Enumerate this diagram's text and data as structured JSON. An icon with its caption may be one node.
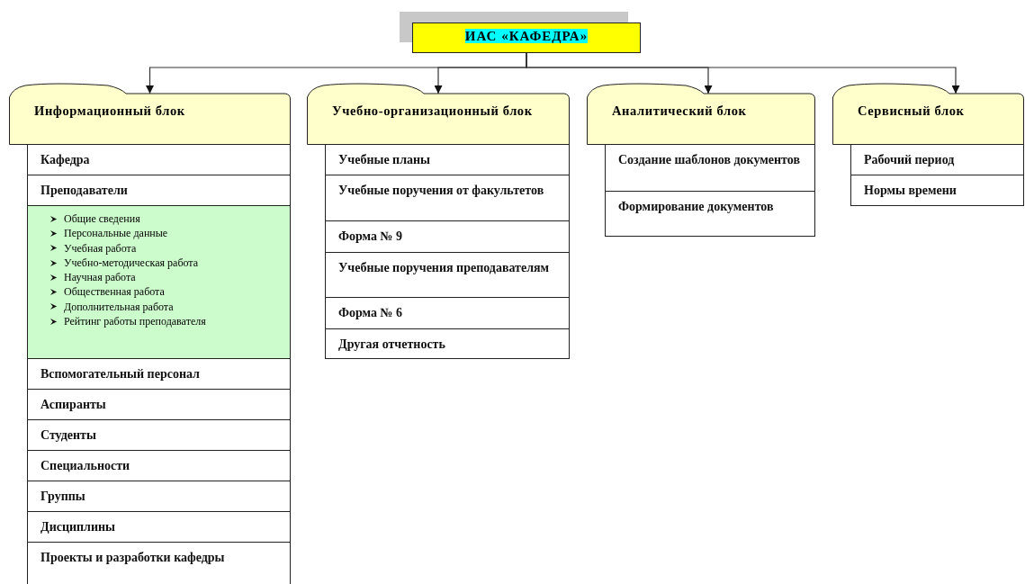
{
  "diagram": {
    "nodes": [
      {
        "text": [
          "ИАС «КАФЕДРА»"
        ]
      },
      {
        "text": [
          "Информационный блок"
        ]
      },
      {
        "text": [
          "Кафедра"
        ]
      },
      {
        "text": [
          "Преподаватели"
        ]
      },
      {
        "text": [
          "Общие сведения",
          "Персональные данные",
          "Учебная работа",
          "Учебно-методическая работа",
          "Научная работа",
          "Общественная работа",
          "Дополнительная работа",
          "Рейтинг работы преподавателя"
        ]
      },
      {
        "text": [
          "Вспомогательный персонал"
        ]
      },
      {
        "text": [
          "Аспиранты"
        ]
      },
      {
        "text": [
          "Студенты"
        ]
      },
      {
        "text": [
          "Специальности"
        ]
      },
      {
        "text": [
          "Группы"
        ]
      },
      {
        "text": [
          "Дисциплины"
        ]
      },
      {
        "text": [
          "Проекты и разработки кафедры"
        ]
      },
      {
        "text": [
          "Учебно-организационный блок"
        ]
      },
      {
        "text": [
          "Учебные планы"
        ]
      },
      {
        "text": [
          "Учебные поручения от факультетов"
        ]
      },
      {
        "text": [
          "Форма № 9"
        ]
      },
      {
        "text": [
          "Учебные поручения преподавателям"
        ]
      },
      {
        "text": [
          "Форма № 6"
        ]
      },
      {
        "text": [
          "Другая отчетность"
        ]
      },
      {
        "text": [
          "Аналитический блок"
        ]
      },
      {
        "text": [
          "Создание шаблонов документов"
        ]
      },
      {
        "text": [
          "Формирование документов"
        ]
      },
      {
        "text": [
          "Сервисный блок"
        ]
      },
      {
        "text": [
          "Рабочий период"
        ]
      },
      {
        "text": [
          "Нормы времени"
        ]
      }
    ],
    "edges": [
      {
        "from": 0,
        "to": 1,
        "arrow": "to"
      },
      {
        "from": 0,
        "to": 12,
        "arrow": "to"
      },
      {
        "from": 0,
        "to": 19,
        "arrow": "to"
      },
      {
        "from": 0,
        "to": 22,
        "arrow": "to"
      }
    ]
  }
}
